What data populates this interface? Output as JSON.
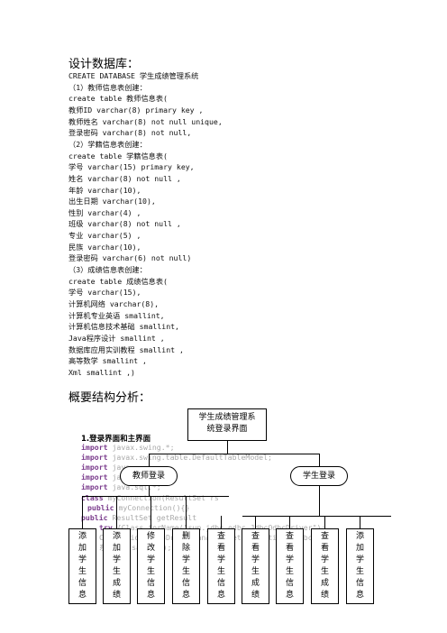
{
  "heading_db": "设计数据库：",
  "lines": [
    "CREATE DATABASE 学生成绩管理系统",
    "（1）教师信息表创建：",
    "create table 教师信息表(",
    "教师ID varchar(8) primary key ,",
    "教师姓名 varchar(8) not null unique,",
    "登录密码 varchar(8) not null,",
    "（2）学籍信息表创建：",
    "create table 学籍信息表(",
    "学号 varchar(15) primary key,",
    "姓名 varchar(8) not null ,",
    "年龄 varchar(10),",
    "出生日期 varchar(10),",
    "性别 varchar(4) ,",
    "班级 varchar(8) not null ,",
    "专业 varchar(5) ,",
    "民族 varchar(10),",
    "登录密码 varchar(6) not null)",
    "（3）成绩信息表创建：",
    "create table 成绩信息表(",
    "学号 varchar(15),",
    "计算机网络 varchar(8),",
    "计算机专业英语 smallint,",
    "计算机信息技术基础 smallint,",
    "Java程序设计 smallint ,",
    "数据库应用实训教程 smallint ,",
    "高等数学 smallint ,",
    "Xml smallint ,)"
  ],
  "heading_structure": "概要结构分析：",
  "code_title": "1.登录界面和主界面",
  "code_lines": [
    {
      "kw": "import",
      "rest": " javax.swing.*;"
    },
    {
      "kw": "import",
      "rest": " javax.swing.table.DefaultTableModel;"
    },
    {
      "kw": "import",
      "rest": " java"
    },
    {
      "kw": "import",
      "rest": " java                ;"
    },
    {
      "kw": "import",
      "rest": " java.sql.*;"
    },
    {
      "kw": "class",
      "rest": " myConnection(ResultSet rs"
    },
    {
      "kw": "public",
      "rest": " myConnection(){}"
    },
    {
      "kw": "public",
      "rest": " ResultSet getResult"
    },
    {
      "kw": "try",
      "rest": " {Class.forName(\"sun.jdbc.odbc.JdbcOdbcDriver\");"
    },
    {
      "kw": "",
      "rest": "Connection con=DriverManager.getConnection(\"jdbc:odbc:"
    },
    {
      "kw": "",
      "rest": "系统\", \"sa\", \"\");"
    }
  ],
  "diagram": {
    "root": [
      "学生成绩管理系",
      "统登录界面"
    ],
    "teacher": "教师登录",
    "student": "学生登录",
    "leaves": [
      [
        "添",
        "加",
        "学",
        "生",
        "信",
        "息"
      ],
      [
        "添",
        "加",
        "学",
        "生",
        "成",
        "绩"
      ],
      [
        "修",
        "改",
        "学",
        "生",
        "信",
        "息"
      ],
      [
        "删",
        "除",
        "学",
        "生",
        "信",
        "息"
      ],
      [
        "查",
        "看",
        "学",
        "生",
        "信",
        "息"
      ],
      [
        "查",
        "看",
        "学",
        "生",
        "成",
        "绩"
      ],
      [
        "查",
        "看",
        "学",
        "生",
        "信",
        "息"
      ],
      [
        "查",
        "看",
        "学",
        "生",
        "成",
        "绩"
      ],
      [
        "添",
        "加",
        "学",
        "生",
        "信",
        "息"
      ]
    ]
  }
}
